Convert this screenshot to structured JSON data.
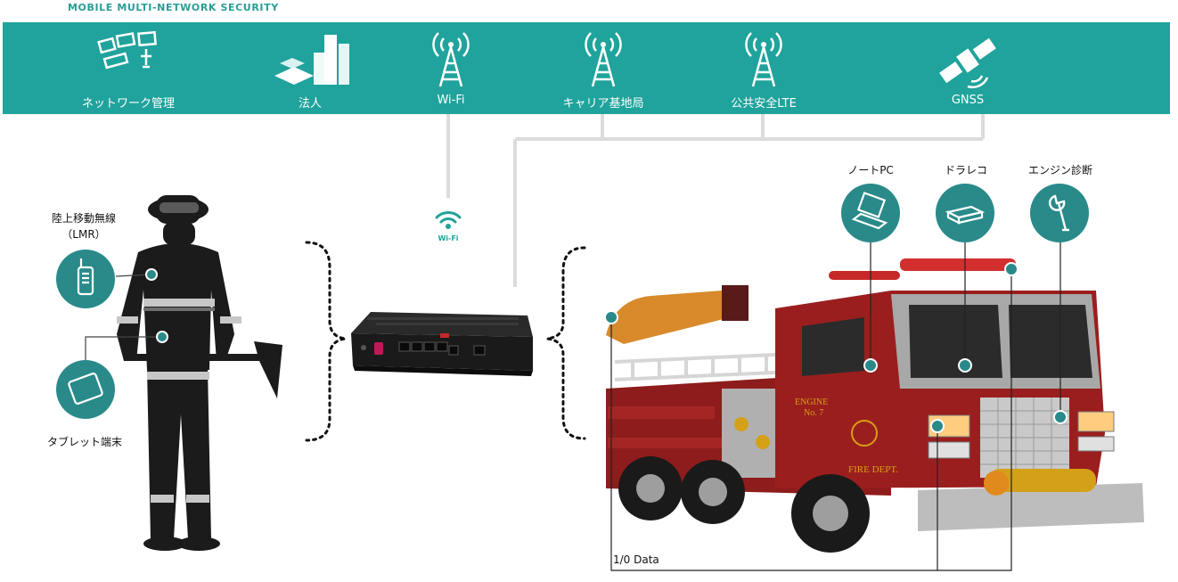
{
  "header": {
    "title": "MOBILE MULTI-NETWORK SECURITY"
  },
  "band": {
    "items": [
      {
        "label": "ネットワーク管理",
        "icon": "network-management-icon"
      },
      {
        "label": "法人",
        "icon": "enterprise-buildings-icon"
      },
      {
        "label": "Wi-Fi",
        "icon": "wifi-tower-icon"
      },
      {
        "label": "キャリア基地局",
        "icon": "carrier-tower-icon"
      },
      {
        "label": "公共安全LTE",
        "icon": "public-safety-tower-icon"
      },
      {
        "label": "GNSS",
        "icon": "satellite-icon"
      }
    ]
  },
  "wifi_badge": {
    "label": "Wi-Fi",
    "icon": "wifi-icon"
  },
  "firefighter": {
    "lmr_label_line1": "陸上移動無線",
    "lmr_label_line2": "（LMR）",
    "tablet_label": "タブレット端末"
  },
  "truck": {
    "laptop_label": "ノートPC",
    "dashcam_label": "ドラレコ",
    "engine_label": "エンジン診断",
    "io_label": "1/0 Data",
    "door_text_1": "ENGINE",
    "door_text_2": "No. 7",
    "door_text_3": "FIRE DEPT."
  },
  "colors": {
    "teal": "#20a39c",
    "circle": "#2a8a8a",
    "connector": "#dcdcdc",
    "truck_red": "#8e1c1c"
  }
}
